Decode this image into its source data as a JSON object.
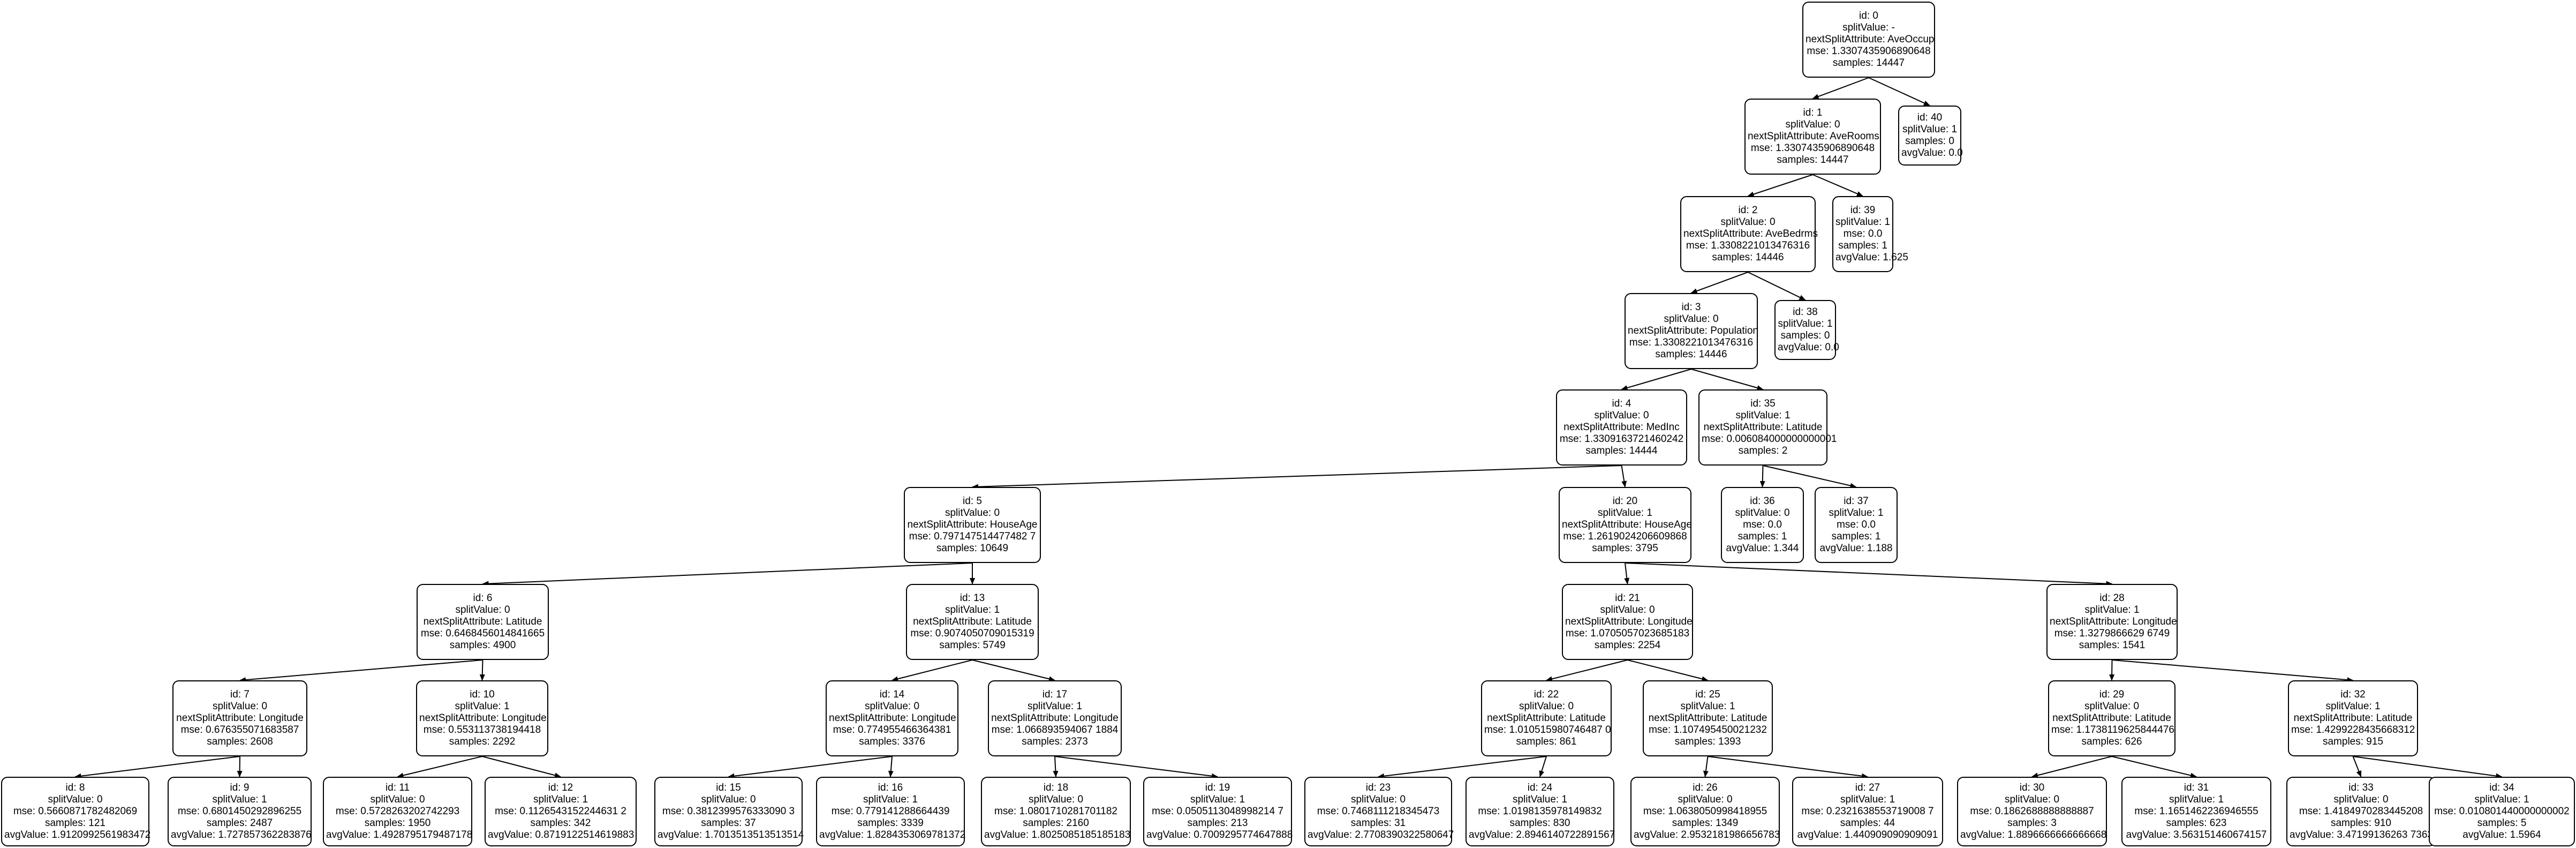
{
  "nodes": [
    {
      "id": "0",
      "lines": [
        "id: 0",
        "splitValue: -",
        "nextSplitAttribute: AveOccup",
        "mse: 1.3307435906890648",
        "samples: 14447"
      ]
    },
    {
      "id": "1",
      "lines": [
        "id: 1",
        "splitValue: 0",
        "nextSplitAttribute: AveRooms",
        "mse: 1.3307435906890648",
        "samples: 14447"
      ]
    },
    {
      "id": "40",
      "lines": [
        "id: 40",
        "splitValue: 1",
        "samples: 0",
        "avgValue: 0.0"
      ]
    },
    {
      "id": "2",
      "lines": [
        "id: 2",
        "splitValue: 0",
        "nextSplitAttribute: AveBedrms",
        "mse: 1.3308221013476316",
        "samples: 14446"
      ]
    },
    {
      "id": "39",
      "lines": [
        "id: 39",
        "splitValue: 1",
        "mse: 0.0",
        "samples: 1",
        "avgValue: 1.625"
      ]
    },
    {
      "id": "3",
      "lines": [
        "id: 3",
        "splitValue: 0",
        "nextSplitAttribute: Population",
        "mse: 1.3308221013476316",
        "samples: 14446"
      ]
    },
    {
      "id": "38",
      "lines": [
        "id: 38",
        "splitValue: 1",
        "samples: 0",
        "avgValue: 0.0"
      ]
    },
    {
      "id": "4",
      "lines": [
        "id: 4",
        "splitValue: 0",
        "nextSplitAttribute: MedInc",
        "mse: 1.3309163721460242",
        "samples: 14444"
      ]
    },
    {
      "id": "35",
      "lines": [
        "id: 35",
        "splitValue: 1",
        "nextSplitAttribute: Latitude",
        "mse: 0.006084000000000001",
        "samples: 2"
      ]
    },
    {
      "id": "5",
      "lines": [
        "id: 5",
        "splitValue: 0",
        "nextSplitAttribute: HouseAge",
        "mse: 0.797147514477482 7",
        "samples: 10649"
      ]
    },
    {
      "id": "20",
      "lines": [
        "id: 20",
        "splitValue: 1",
        "nextSplitAttribute: HouseAge",
        "mse: 1.2619024206609868",
        "samples: 3795"
      ]
    },
    {
      "id": "36",
      "lines": [
        "id: 36",
        "splitValue: 0",
        "mse: 0.0",
        "samples: 1",
        "avgValue: 1.344"
      ]
    },
    {
      "id": "37",
      "lines": [
        "id: 37",
        "splitValue: 1",
        "mse: 0.0",
        "samples: 1",
        "avgValue: 1.188"
      ]
    },
    {
      "id": "6",
      "lines": [
        "id: 6",
        "splitValue: 0",
        "nextSplitAttribute: Latitude",
        "mse: 0.6468456014841665",
        "samples: 4900"
      ]
    },
    {
      "id": "13",
      "lines": [
        "id: 13",
        "splitValue: 1",
        "nextSplitAttribute: Latitude",
        "mse: 0.9074050709015319",
        "samples: 5749"
      ]
    },
    {
      "id": "21",
      "lines": [
        "id: 21",
        "splitValue: 0",
        "nextSplitAttribute: Longitude",
        "mse: 1.0705057023685183",
        "samples: 2254"
      ]
    },
    {
      "id": "28",
      "lines": [
        "id: 28",
        "splitValue: 1",
        "nextSplitAttribute: Longitude",
        "mse: 1.3279866629 6749",
        "samples: 1541"
      ]
    },
    {
      "id": "7",
      "lines": [
        "id: 7",
        "splitValue: 0",
        "nextSplitAttribute: Longitude",
        "mse: 0.676355071683587",
        "samples: 2608"
      ]
    },
    {
      "id": "10",
      "lines": [
        "id: 10",
        "splitValue: 1",
        "nextSplitAttribute: Longitude",
        "mse: 0.553113738194418",
        "samples: 2292"
      ]
    },
    {
      "id": "14",
      "lines": [
        "id: 14",
        "splitValue: 0",
        "nextSplitAttribute: Longitude",
        "mse: 0.774955466364381",
        "samples: 3376"
      ]
    },
    {
      "id": "17",
      "lines": [
        "id: 17",
        "splitValue: 1",
        "nextSplitAttribute: Longitude",
        "mse: 1.066893594067 1884",
        "samples: 2373"
      ]
    },
    {
      "id": "22",
      "lines": [
        "id: 22",
        "splitValue: 0",
        "nextSplitAttribute: Latitude",
        "mse: 1.010515980746487 0",
        "samples: 861"
      ]
    },
    {
      "id": "25",
      "lines": [
        "id: 25",
        "splitValue: 1",
        "nextSplitAttribute: Latitude",
        "mse: 1.107495450021232",
        "samples: 1393"
      ]
    },
    {
      "id": "29",
      "lines": [
        "id: 29",
        "splitValue: 0",
        "nextSplitAttribute: Latitude",
        "mse: 1.1738119625844476",
        "samples: 626"
      ]
    },
    {
      "id": "32",
      "lines": [
        "id: 32",
        "splitValue: 1",
        "nextSplitAttribute: Latitude",
        "mse: 1.4299228435668312",
        "samples: 915"
      ]
    },
    {
      "id": "8",
      "lines": [
        "id: 8",
        "splitValue: 0",
        "mse: 0.5660871782482069",
        "samples: 121",
        "avgValue: 1.9120992561983472"
      ]
    },
    {
      "id": "9",
      "lines": [
        "id: 9",
        "splitValue: 1",
        "mse: 0.6801450292896255",
        "samples: 2487",
        "avgValue: 1.727857362283876"
      ]
    },
    {
      "id": "11",
      "lines": [
        "id: 11",
        "splitValue: 0",
        "mse: 0.5728263202742293",
        "samples: 1950",
        "avgValue: 1.4928795179487178"
      ]
    },
    {
      "id": "12",
      "lines": [
        "id: 12",
        "splitValue: 1",
        "mse: 0.1126543152244631 2",
        "samples: 342",
        "avgValue: 0.8719122514619883"
      ]
    },
    {
      "id": "15",
      "lines": [
        "id: 15",
        "splitValue: 0",
        "mse: 0.3812399576333090 3",
        "samples: 37",
        "avgValue: 1.7013513513513514"
      ]
    },
    {
      "id": "16",
      "lines": [
        "id: 16",
        "splitValue: 1",
        "mse: 0.779141288664439",
        "samples: 3339",
        "avgValue: 1.8284353069781372"
      ]
    },
    {
      "id": "18",
      "lines": [
        "id: 18",
        "splitValue: 0",
        "mse: 1.0801710281701182",
        "samples: 2160",
        "avgValue: 1.8025085185185183"
      ]
    },
    {
      "id": "19",
      "lines": [
        "id: 19",
        "splitValue: 1",
        "mse: 0.0505113048998214 7",
        "samples: 213",
        "avgValue: 0.7009295774647888"
      ]
    },
    {
      "id": "23",
      "lines": [
        "id: 23",
        "splitValue: 0",
        "mse: 0.7468111218345473",
        "samples: 31",
        "avgValue: 2.7708390322580647"
      ]
    },
    {
      "id": "24",
      "lines": [
        "id: 24",
        "splitValue: 1",
        "mse: 1.0198135978149832",
        "samples: 830",
        "avgValue: 2.8946140722891567"
      ]
    },
    {
      "id": "26",
      "lines": [
        "id: 26",
        "splitValue: 0",
        "mse: 1.0638050998418955",
        "samples: 1349",
        "avgValue: 2.9532181986656783"
      ]
    },
    {
      "id": "27",
      "lines": [
        "id: 27",
        "splitValue: 1",
        "mse: 0.2321638553719008 7",
        "samples: 44",
        "avgValue: 1.440909090909091"
      ]
    },
    {
      "id": "30",
      "lines": [
        "id: 30",
        "splitValue: 0",
        "mse: 0.1862688888888887",
        "samples: 3",
        "avgValue: 1.8896666666666668"
      ]
    },
    {
      "id": "31",
      "lines": [
        "id: 31",
        "splitValue: 1",
        "mse: 1.1651462236946555",
        "samples: 623",
        "avgValue: 3.563151460674157"
      ]
    },
    {
      "id": "33",
      "lines": [
        "id: 33",
        "splitValue: 0",
        "mse: 1.4184970283445208",
        "samples: 910",
        "avgValue: 3.47199136263 7363"
      ]
    },
    {
      "id": "34",
      "lines": [
        "id: 34",
        "splitValue: 1",
        "mse: 0.010801440000000002",
        "samples: 5",
        "avgValue: 1.5964"
      ]
    }
  ],
  "edges": [
    [
      "0",
      "1"
    ],
    [
      "0",
      "40"
    ],
    [
      "1",
      "2"
    ],
    [
      "1",
      "39"
    ],
    [
      "2",
      "3"
    ],
    [
      "2",
      "38"
    ],
    [
      "3",
      "4"
    ],
    [
      "3",
      "35"
    ],
    [
      "4",
      "5"
    ],
    [
      "4",
      "20"
    ],
    [
      "35",
      "36"
    ],
    [
      "35",
      "37"
    ],
    [
      "5",
      "6"
    ],
    [
      "5",
      "13"
    ],
    [
      "20",
      "21"
    ],
    [
      "20",
      "28"
    ],
    [
      "6",
      "7"
    ],
    [
      "6",
      "10"
    ],
    [
      "13",
      "14"
    ],
    [
      "13",
      "17"
    ],
    [
      "21",
      "22"
    ],
    [
      "21",
      "25"
    ],
    [
      "28",
      "29"
    ],
    [
      "28",
      "32"
    ],
    [
      "7",
      "8"
    ],
    [
      "7",
      "9"
    ],
    [
      "10",
      "11"
    ],
    [
      "10",
      "12"
    ],
    [
      "14",
      "15"
    ],
    [
      "14",
      "16"
    ],
    [
      "17",
      "18"
    ],
    [
      "17",
      "19"
    ],
    [
      "22",
      "23"
    ],
    [
      "22",
      "24"
    ],
    [
      "25",
      "26"
    ],
    [
      "25",
      "27"
    ],
    [
      "29",
      "30"
    ],
    [
      "29",
      "31"
    ],
    [
      "32",
      "33"
    ],
    [
      "32",
      "34"
    ]
  ]
}
